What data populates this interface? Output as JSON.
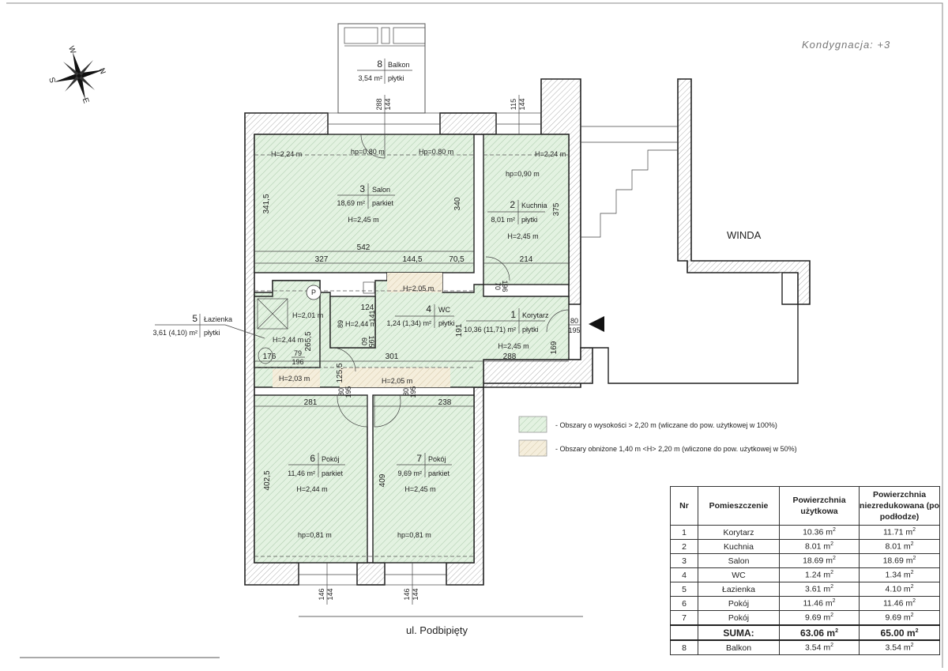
{
  "header": {
    "floor_label": "Kondygnacja:  +3"
  },
  "compass": {
    "w": "W",
    "n": "N",
    "s": "S",
    "e": "E"
  },
  "street": "ul. Podbipięty",
  "elevator_label": "WINDA",
  "rooms": {
    "balkon": {
      "nr": "8",
      "name": "Balkon",
      "area": "3,54 m²",
      "finish": "płytki"
    },
    "salon": {
      "nr": "3",
      "name": "Salon",
      "area": "18,69 m²",
      "finish": "parkiet",
      "height": "H=2,45 m"
    },
    "kuchnia": {
      "nr": "2",
      "name": "Kuchnia",
      "area": "8,01 m²",
      "finish": "płytki",
      "height": "H=2,45 m"
    },
    "wc": {
      "nr": "4",
      "name": "WC",
      "area": "1,24 (1,34) m²",
      "finish": "płytki"
    },
    "korytarz": {
      "nr": "1",
      "name": "Korytarz",
      "area": "10,36 (11,71) m²",
      "finish": "płytki",
      "height": "H=2,45 m"
    },
    "lazienka": {
      "nr": "5",
      "name": "Łazienka",
      "area": "3,61 (4,10) m²",
      "finish": "płytki"
    },
    "pokoj6": {
      "nr": "6",
      "name": "Pokój",
      "area": "11,46 m²",
      "finish": "parkiet",
      "height": "H=2,44 m"
    },
    "pokoj7": {
      "nr": "7",
      "name": "Pokój",
      "area": "9,69 m²",
      "finish": "parkiet",
      "height": "H=2,45 m"
    }
  },
  "annotations": {
    "h224a": "H=2,24 m",
    "hp080": "hp=0,80 m",
    "Hp080": "Hp=0,80 m",
    "h224b": "H=2,24 m",
    "hp090": "hp=0,90 m",
    "h205a": "H=2,05 m",
    "h201": "H=2,01 m",
    "h244wc": "H=2,44 m",
    "h244laz": "H=2,44 m",
    "h203": "H=2,03 m",
    "h205b": "H=2,05 m",
    "hp081a": "hp=0,81 m",
    "hp081b": "hp=0,81 m",
    "p": "P"
  },
  "dimensions": {
    "d3415": "341,5",
    "d340": "340",
    "d375": "375",
    "d542": "542",
    "d327": "327",
    "d1445": "144,5",
    "d705": "70,5",
    "d214": "214",
    "d124": "124",
    "d141": "141",
    "d89": "89",
    "d191": "191",
    "d169": "169",
    "d2655": "265,5",
    "d176": "176",
    "d301": "301",
    "d288": "288",
    "d1255": "125,5",
    "d281": "281",
    "d238": "238",
    "d4025": "402,5",
    "d409": "409",
    "door_79_196": [
      "79",
      "196"
    ],
    "door_60_195": [
      "60",
      "195"
    ],
    "door_70_196": [
      "70",
      "196"
    ],
    "door_80_195_entry": [
      "80",
      "195"
    ],
    "door_80_195_a": [
      "80",
      "195"
    ],
    "door_80_195_b": [
      "80",
      "195"
    ],
    "win_balkon": [
      "288",
      "144"
    ],
    "win_kuchnia": [
      "115",
      "144"
    ],
    "win_pokoj6": [
      "146",
      "144"
    ],
    "win_pokoj7": [
      "146",
      "144"
    ]
  },
  "legend": {
    "full": "- Obszary o wysokości > 2,20 m (wliczane do pow. użytkowej w 100%)",
    "half": "- Obszary obniżone 1,40 m <H> 2,20 m (wliczone do pow. użytkowej w 50%)"
  },
  "colors": {
    "full_area": "#e3f2e1",
    "half_area": "#f5eedc",
    "wall": "#ffffff"
  },
  "table": {
    "headers": {
      "nr": "Nr",
      "room": "Pomieszczenie",
      "usable": "Powierzchnia użytkowa",
      "unreduced": "Powierzchnia niezredukowana (po podłodze)"
    },
    "rows": [
      {
        "nr": "1",
        "room": "Korytarz",
        "usable": "10.36 m",
        "unreduced": "11.71 m"
      },
      {
        "nr": "2",
        "room": "Kuchnia",
        "usable": "8.01 m",
        "unreduced": "8.01 m"
      },
      {
        "nr": "3",
        "room": "Salon",
        "usable": "18.69 m",
        "unreduced": "18.69 m"
      },
      {
        "nr": "4",
        "room": "WC",
        "usable": "1.24 m",
        "unreduced": "1.34 m"
      },
      {
        "nr": "5",
        "room": "Łazienka",
        "usable": "3.61 m",
        "unreduced": "4.10 m"
      },
      {
        "nr": "6",
        "room": "Pokój",
        "usable": "11.46 m",
        "unreduced": "11.46 m"
      },
      {
        "nr": "7",
        "room": "Pokój",
        "usable": "9.69 m",
        "unreduced": "9.69 m"
      }
    ],
    "sum": {
      "label": "SUMA:",
      "usable": "63.06  m",
      "unreduced": "65.00  m"
    },
    "extra": {
      "nr": "8",
      "room": "Balkon",
      "usable": "3.54 m",
      "unreduced": "3.54 m"
    },
    "unit_sup": "2"
  }
}
